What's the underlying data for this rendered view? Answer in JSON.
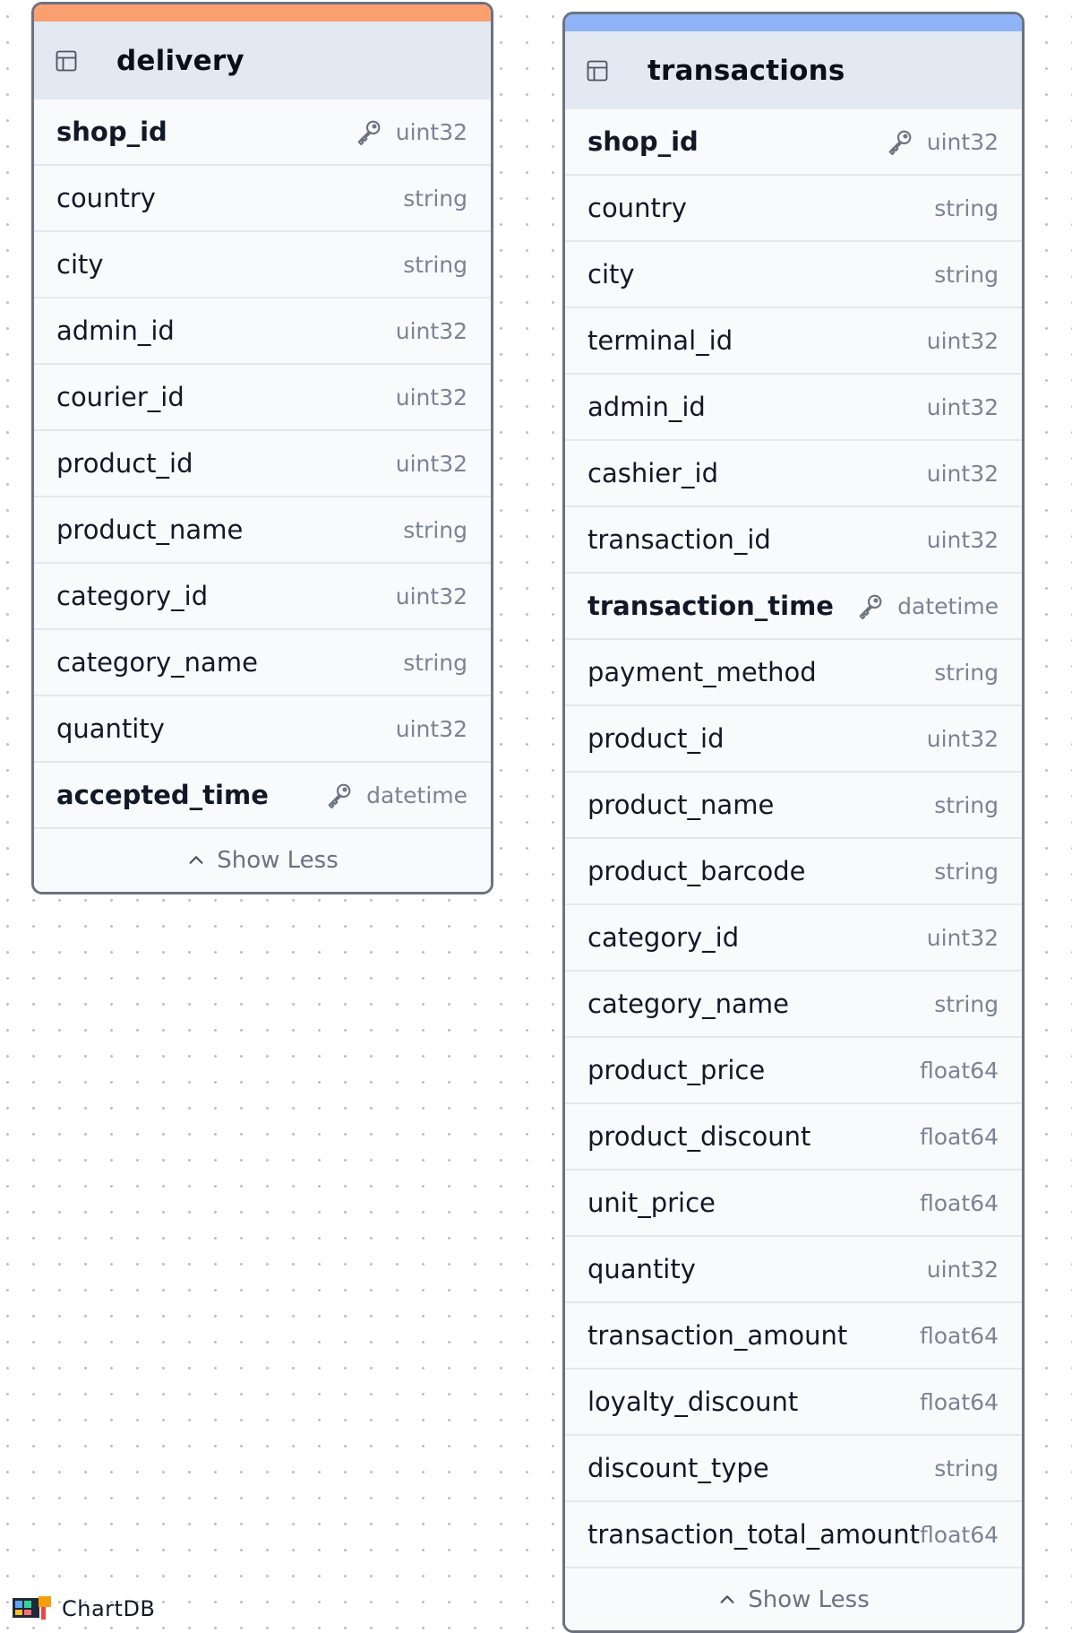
{
  "tables": {
    "delivery": {
      "name": "delivery",
      "color": "#fb9f6f",
      "show_less_label": "Show Less",
      "fields": [
        {
          "name": "shop_id",
          "type": "uint32",
          "primary_key": true
        },
        {
          "name": "country",
          "type": "string",
          "primary_key": false
        },
        {
          "name": "city",
          "type": "string",
          "primary_key": false
        },
        {
          "name": "admin_id",
          "type": "uint32",
          "primary_key": false
        },
        {
          "name": "courier_id",
          "type": "uint32",
          "primary_key": false
        },
        {
          "name": "product_id",
          "type": "uint32",
          "primary_key": false
        },
        {
          "name": "product_name",
          "type": "string",
          "primary_key": false
        },
        {
          "name": "category_id",
          "type": "uint32",
          "primary_key": false
        },
        {
          "name": "category_name",
          "type": "string",
          "primary_key": false
        },
        {
          "name": "quantity",
          "type": "uint32",
          "primary_key": false
        },
        {
          "name": "accepted_time",
          "type": "datetime",
          "primary_key": true
        }
      ]
    },
    "transactions": {
      "name": "transactions",
      "color": "#8fb3f7",
      "show_less_label": "Show Less",
      "fields": [
        {
          "name": "shop_id",
          "type": "uint32",
          "primary_key": true
        },
        {
          "name": "country",
          "type": "string",
          "primary_key": false
        },
        {
          "name": "city",
          "type": "string",
          "primary_key": false
        },
        {
          "name": "terminal_id",
          "type": "uint32",
          "primary_key": false
        },
        {
          "name": "admin_id",
          "type": "uint32",
          "primary_key": false
        },
        {
          "name": "cashier_id",
          "type": "uint32",
          "primary_key": false
        },
        {
          "name": "transaction_id",
          "type": "uint32",
          "primary_key": false
        },
        {
          "name": "transaction_time",
          "type": "datetime",
          "primary_key": true
        },
        {
          "name": "payment_method",
          "type": "string",
          "primary_key": false
        },
        {
          "name": "product_id",
          "type": "uint32",
          "primary_key": false
        },
        {
          "name": "product_name",
          "type": "string",
          "primary_key": false
        },
        {
          "name": "product_barcode",
          "type": "string",
          "primary_key": false
        },
        {
          "name": "category_id",
          "type": "uint32",
          "primary_key": false
        },
        {
          "name": "category_name",
          "type": "string",
          "primary_key": false
        },
        {
          "name": "product_price",
          "type": "float64",
          "primary_key": false
        },
        {
          "name": "product_discount",
          "type": "float64",
          "primary_key": false
        },
        {
          "name": "unit_price",
          "type": "float64",
          "primary_key": false
        },
        {
          "name": "quantity",
          "type": "uint32",
          "primary_key": false
        },
        {
          "name": "transaction_amount",
          "type": "float64",
          "primary_key": false
        },
        {
          "name": "loyalty_discount",
          "type": "float64",
          "primary_key": false
        },
        {
          "name": "discount_type",
          "type": "string",
          "primary_key": false
        },
        {
          "name": "transaction_total_amount",
          "type": "float64",
          "primary_key": false
        }
      ]
    }
  },
  "icons": {
    "table": "table-icon",
    "primary_key": "key-icon",
    "collapse": "chevron-up-icon",
    "brand": "chartdb-logo-icon"
  },
  "brand": {
    "name": "ChartDB"
  }
}
